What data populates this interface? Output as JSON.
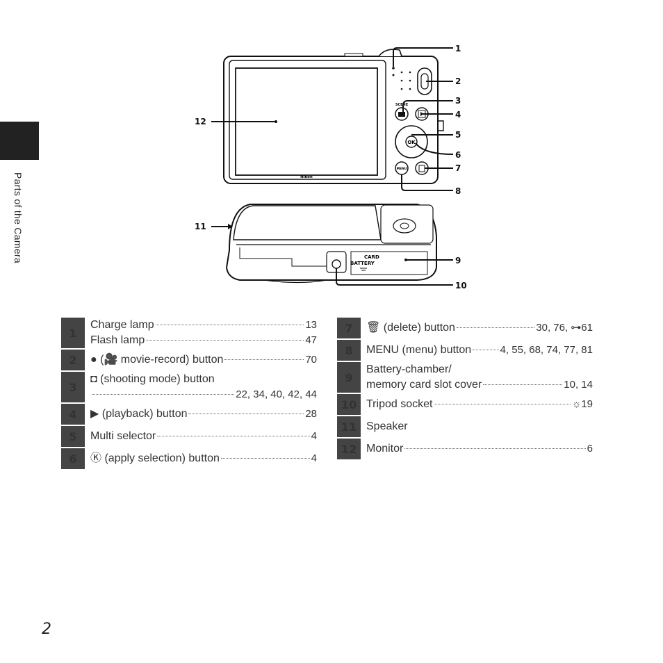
{
  "side_label": "Parts of the Camera",
  "page_number": "2",
  "callouts": [
    "1",
    "2",
    "3",
    "4",
    "5",
    "6",
    "7",
    "8",
    "9",
    "10",
    "11",
    "12"
  ],
  "camera": {
    "brand_mark": "Nikon",
    "scene_mark": "SCENE",
    "menu_mark": "MENU",
    "ok_mark": "OK",
    "card_label": "CARD",
    "battery_label": "BATTERY"
  },
  "left_table": [
    {
      "num": "1",
      "lines": [
        {
          "label": "Charge lamp",
          "ref": "13"
        },
        {
          "label": "Flash lamp",
          "ref": "47"
        }
      ]
    },
    {
      "num": "2",
      "lines": [
        {
          "label": "● (🎥 movie-record) button",
          "ref": "70"
        }
      ]
    },
    {
      "num": "3",
      "lines": [
        {
          "label": "◘ (shooting mode) button",
          "ref": ""
        },
        {
          "label": "",
          "ref": "22, 34, 40, 42, 44"
        }
      ]
    },
    {
      "num": "4",
      "lines": [
        {
          "label": "▶ (playback) button",
          "ref": "28"
        }
      ]
    },
    {
      "num": "5",
      "lines": [
        {
          "label": "Multi selector",
          "ref": "4"
        }
      ]
    },
    {
      "num": "6",
      "lines": [
        {
          "label": "Ⓚ (apply selection) button",
          "ref": "4"
        }
      ]
    }
  ],
  "right_table": [
    {
      "num": "7",
      "lines": [
        {
          "label": "🗑 (delete) button",
          "ref": "30, 76, ⊶61"
        }
      ]
    },
    {
      "num": "8",
      "lines": [
        {
          "label": "MENU (menu) button",
          "ref": "4, 55, 68, 74, 77, 81"
        }
      ]
    },
    {
      "num": "9",
      "lines": [
        {
          "label": "Battery-chamber/",
          "ref": ""
        },
        {
          "label": "memory card slot cover",
          "ref": "10, 14"
        }
      ]
    },
    {
      "num": "10",
      "lines": [
        {
          "label": "Tripod socket",
          "ref": "☼19"
        }
      ]
    },
    {
      "num": "11",
      "lines": [
        {
          "label": "Speaker",
          "ref": ""
        }
      ]
    },
    {
      "num": "12",
      "lines": [
        {
          "label": "Monitor",
          "ref": "6"
        }
      ]
    }
  ]
}
